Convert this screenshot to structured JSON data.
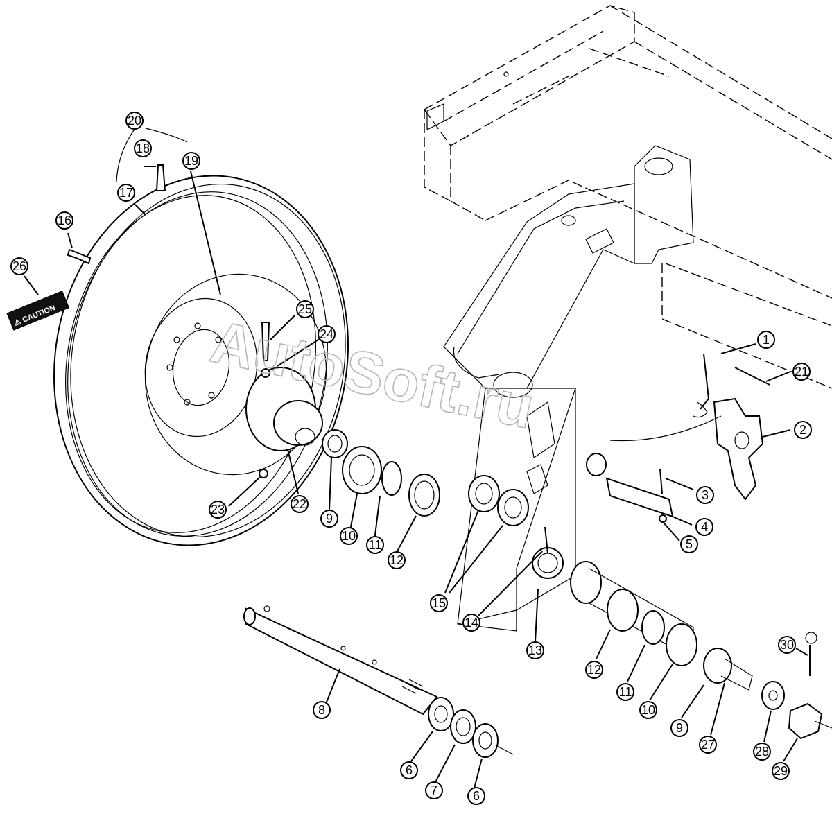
{
  "watermark": "AutoSoft.ru",
  "caution_label": "⚠ CAUTION",
  "callouts": [
    {
      "id": "c20",
      "number": "20"
    },
    {
      "id": "c18",
      "number": "18"
    },
    {
      "id": "c19",
      "number": "19"
    },
    {
      "id": "c17",
      "number": "17"
    },
    {
      "id": "c16",
      "number": "16"
    },
    {
      "id": "c26",
      "number": "26"
    },
    {
      "id": "c25",
      "number": "25"
    },
    {
      "id": "c24",
      "number": "24"
    },
    {
      "id": "c1",
      "number": "1"
    },
    {
      "id": "c21",
      "number": "21"
    },
    {
      "id": "c2",
      "number": "2"
    },
    {
      "id": "c3",
      "number": "3"
    },
    {
      "id": "c4",
      "number": "4"
    },
    {
      "id": "c5",
      "number": "5"
    },
    {
      "id": "c23",
      "number": "23"
    },
    {
      "id": "c22",
      "number": "22"
    },
    {
      "id": "c9a",
      "number": "9"
    },
    {
      "id": "c10a",
      "number": "10"
    },
    {
      "id": "c11a",
      "number": "11"
    },
    {
      "id": "c12a",
      "number": "12"
    },
    {
      "id": "c15",
      "number": "15"
    },
    {
      "id": "c14",
      "number": "14"
    },
    {
      "id": "c13",
      "number": "13"
    },
    {
      "id": "c12b",
      "number": "12"
    },
    {
      "id": "c11b",
      "number": "11"
    },
    {
      "id": "c10b",
      "number": "10"
    },
    {
      "id": "c9b",
      "number": "9"
    },
    {
      "id": "c27",
      "number": "27"
    },
    {
      "id": "c28",
      "number": "28"
    },
    {
      "id": "c29",
      "number": "29"
    },
    {
      "id": "c30",
      "number": "30"
    },
    {
      "id": "c8",
      "number": "8"
    },
    {
      "id": "c6a",
      "number": "6"
    },
    {
      "id": "c7",
      "number": "7"
    },
    {
      "id": "c6b",
      "number": "6"
    }
  ]
}
